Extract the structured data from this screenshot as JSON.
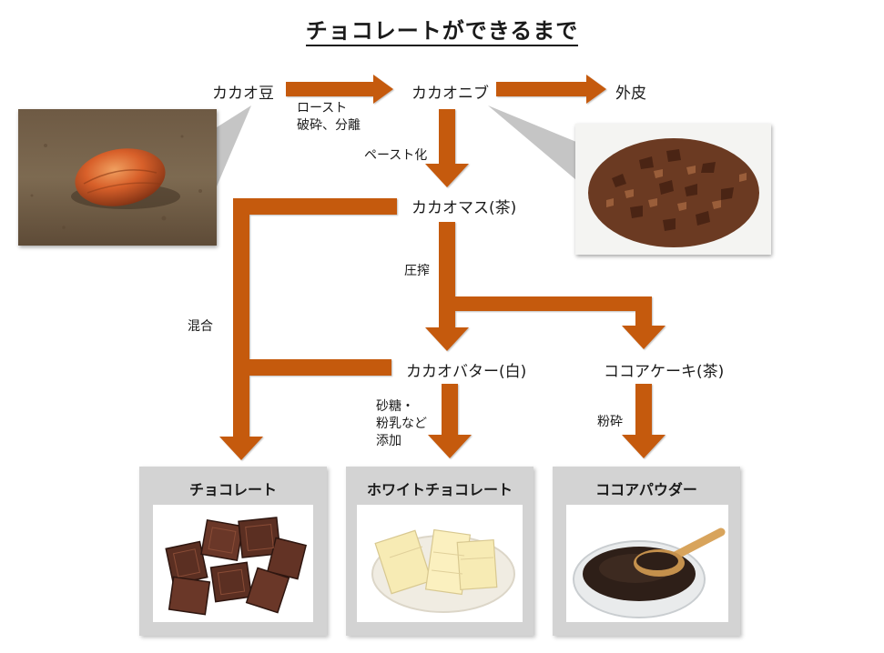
{
  "title": "チョコレートができるまで",
  "nodes": {
    "cacao_bean": "カカオ豆",
    "cacao_nib": "カカオニブ",
    "husk": "外皮",
    "cacao_mass": "カカオマス(茶)",
    "cacao_butter": "カカオバター(白)",
    "cocoa_cake": "ココアケーキ(茶)"
  },
  "process_labels": {
    "roast_line1": "ロースト",
    "roast_line2": "破砕、分離",
    "paste": "ペースト化",
    "press": "圧搾",
    "mix": "混合",
    "add_line1": "砂糖・",
    "add_line2": "粉乳など",
    "add_line3": "添加",
    "grind": "粉砕"
  },
  "products": {
    "chocolate": "チョコレート",
    "white_chocolate": "ホワイトチョコレート",
    "cocoa_powder": "ココアパウダー"
  },
  "colors": {
    "arrow": "#c55a11",
    "panel": "#d3d3d3",
    "text": "#1a1a1a"
  }
}
